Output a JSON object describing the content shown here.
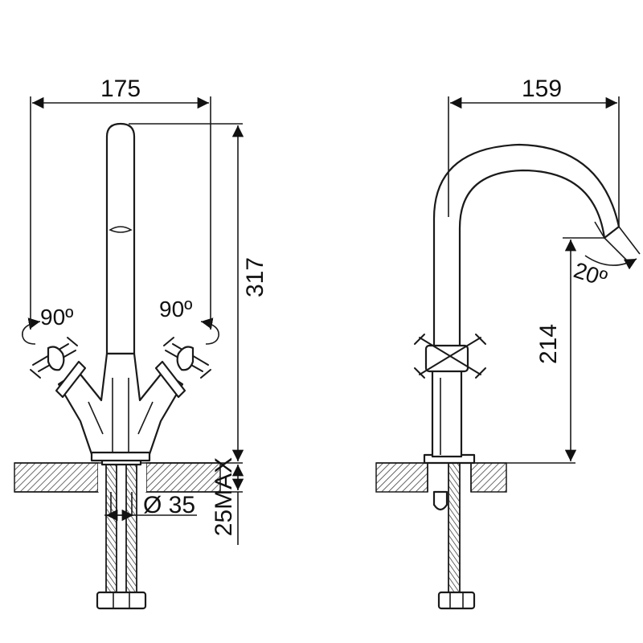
{
  "front_view": {
    "width_label": "175",
    "height_label": "317",
    "left_rotation_label": "90º",
    "right_rotation_label": "90º",
    "hole_diameter_label": "Ø 35",
    "deck_thickness_label": "25MAX"
  },
  "side_view": {
    "projection_label": "159",
    "spout_height_label": "214",
    "spout_angle_label": "20º"
  }
}
